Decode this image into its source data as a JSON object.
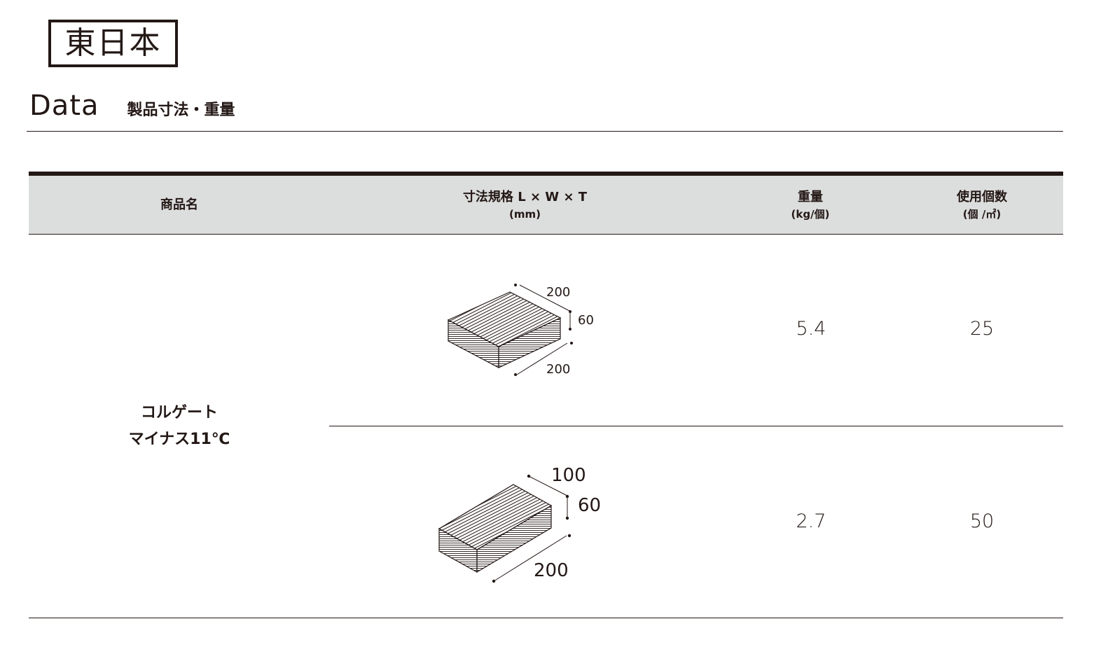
{
  "header": {
    "region_label": "東日本",
    "title_en": "Data",
    "title_ja": "製品寸法・重量"
  },
  "table": {
    "columns": [
      {
        "label": "商品名",
        "unit": ""
      },
      {
        "label": "寸法規格 L × W × T",
        "unit": "(mm)"
      },
      {
        "label": "重量",
        "unit": "(kg/個)"
      },
      {
        "label": "使用個数",
        "unit": "(個 /㎡)"
      }
    ],
    "product": {
      "name_line1": "コルゲート",
      "name_line2": "マイナス11℃"
    },
    "rows": [
      {
        "dimensions": {
          "L": "200",
          "W": "200",
          "T": "60"
        },
        "weight": "5.4",
        "count": "25",
        "icon": "square-block-diagram-icon"
      },
      {
        "dimensions": {
          "L": "200",
          "W": "100",
          "T": "60"
        },
        "weight": "2.7",
        "count": "50",
        "icon": "rectangular-block-diagram-icon"
      }
    ]
  },
  "colors": {
    "text": "#231815",
    "header_bg": "#dcdddd",
    "rule": "#231815"
  }
}
